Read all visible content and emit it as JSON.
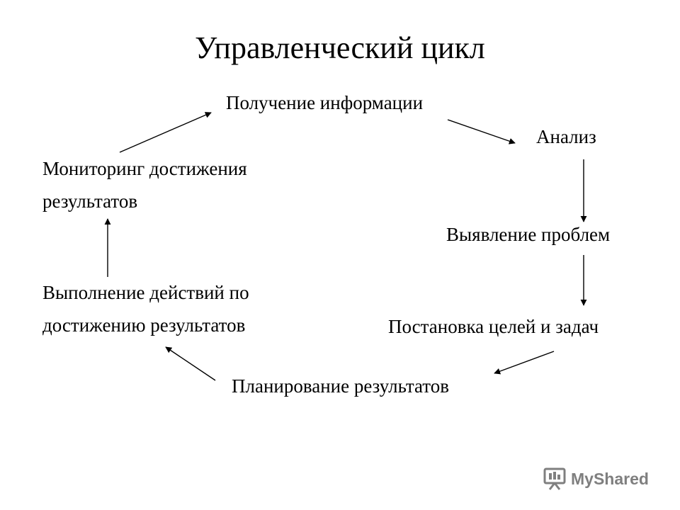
{
  "title": "Управленческий цикл",
  "nodes": {
    "info": "Получение информации",
    "analysis": "Анализ",
    "problems": "Выявление проблем",
    "goals": "Постановка целей и задач",
    "planning": "Планирование результатов",
    "actions_line1": "Выполнение действий по",
    "actions_line2": "достижению результатов",
    "monitoring_line1": "Мониторинг достижения",
    "monitoring_line2": "результатов"
  },
  "watermark": {
    "text": "MyShared",
    "icon": "presentation-board-icon"
  },
  "colors": {
    "text": "#000000",
    "background": "#ffffff",
    "watermark": "#7f7f7f"
  }
}
